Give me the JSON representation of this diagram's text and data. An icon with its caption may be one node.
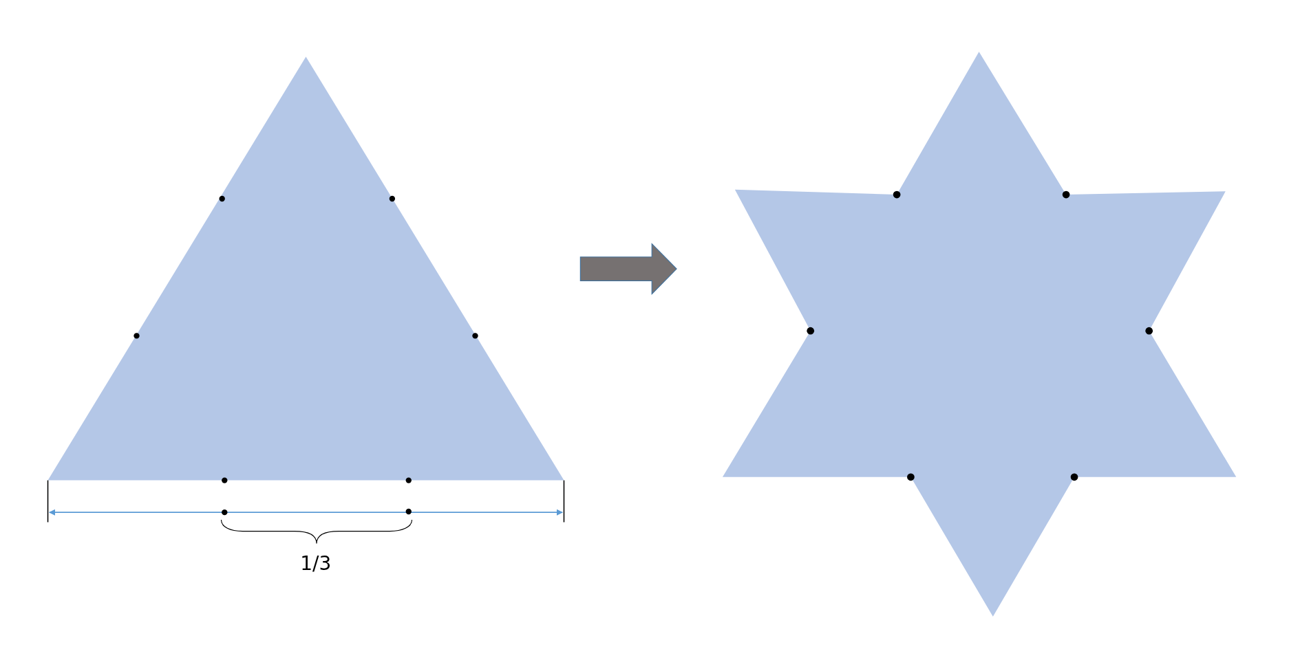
{
  "diagram": {
    "nodes": [
      {
        "text": [],
        "shape": "triangle"
      },
      {
        "text": [],
        "shape": "star"
      }
    ],
    "edges": [
      {
        "from": 0,
        "to": 1,
        "arrow": "to"
      }
    ],
    "labels": [
      "1/3"
    ]
  }
}
